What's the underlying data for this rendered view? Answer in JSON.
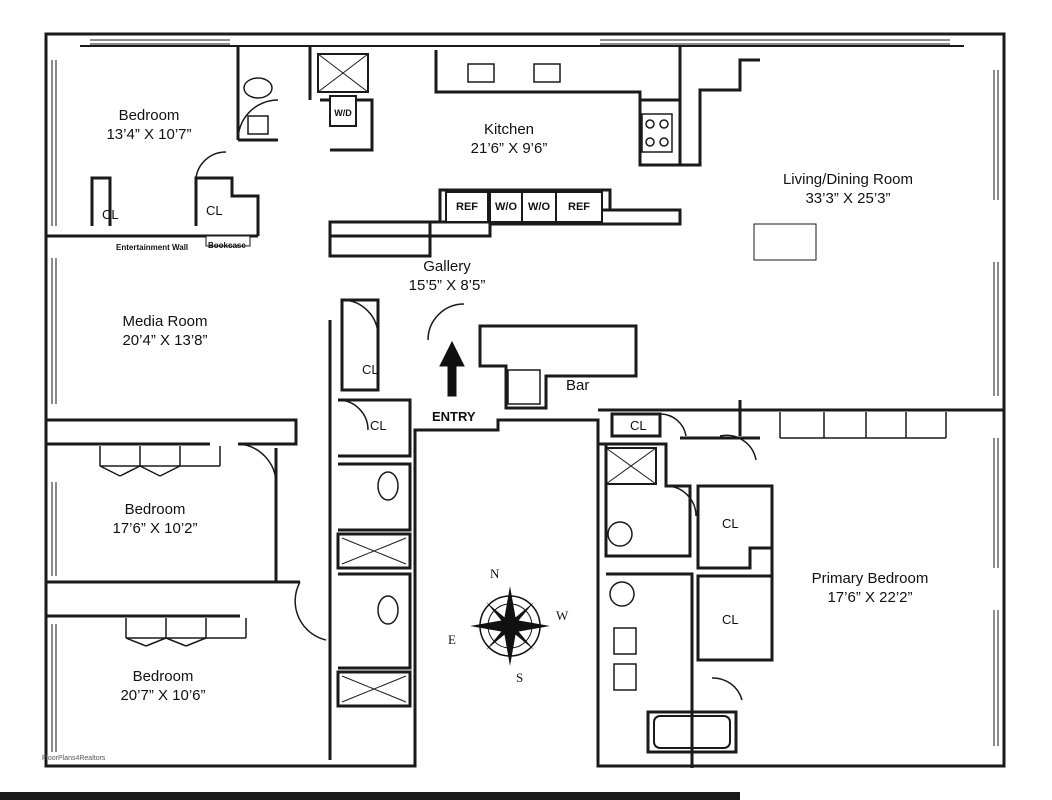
{
  "colors": {
    "wall": "#1a1a1a",
    "background": "#ffffff"
  },
  "rooms": {
    "bedroom_top": {
      "name": "Bedroom",
      "size": "13’4” X 10’7”"
    },
    "kitchen": {
      "name": "Kitchen",
      "size": "21’6” X 9’6”"
    },
    "living_dining": {
      "name": "Living/Dining Room",
      "size": "33’3” X 25’3”"
    },
    "gallery": {
      "name": "Gallery",
      "size": "15’5” X 8’5”"
    },
    "media_room": {
      "name": "Media Room",
      "size": "20’4” X 13’8”"
    },
    "bedroom_middle": {
      "name": "Bedroom",
      "size": "17’6” X 10’2”"
    },
    "bedroom_bottom": {
      "name": "Bedroom",
      "size": "20’7” X 10’6”"
    },
    "primary_bedroom": {
      "name": "Primary Bedroom",
      "size": "17’6” X 22’2”"
    }
  },
  "closets": [
    "CL",
    "CL",
    "CL",
    "CL",
    "CL",
    "CL",
    "CL"
  ],
  "fixtures": {
    "washer_dryer": "W/D",
    "ref_left": "REF",
    "wo_left": "W/O",
    "wo_right": "W/O",
    "ref_right": "REF",
    "bar": "Bar",
    "entertainment_wall": "Entertainment Wall",
    "bookcase": "Bookcase"
  },
  "entry_label": "ENTRY",
  "compass": {
    "north": "N",
    "south": "S",
    "east": "E",
    "west": "W"
  },
  "credit": "FloorPlans4Realtors"
}
